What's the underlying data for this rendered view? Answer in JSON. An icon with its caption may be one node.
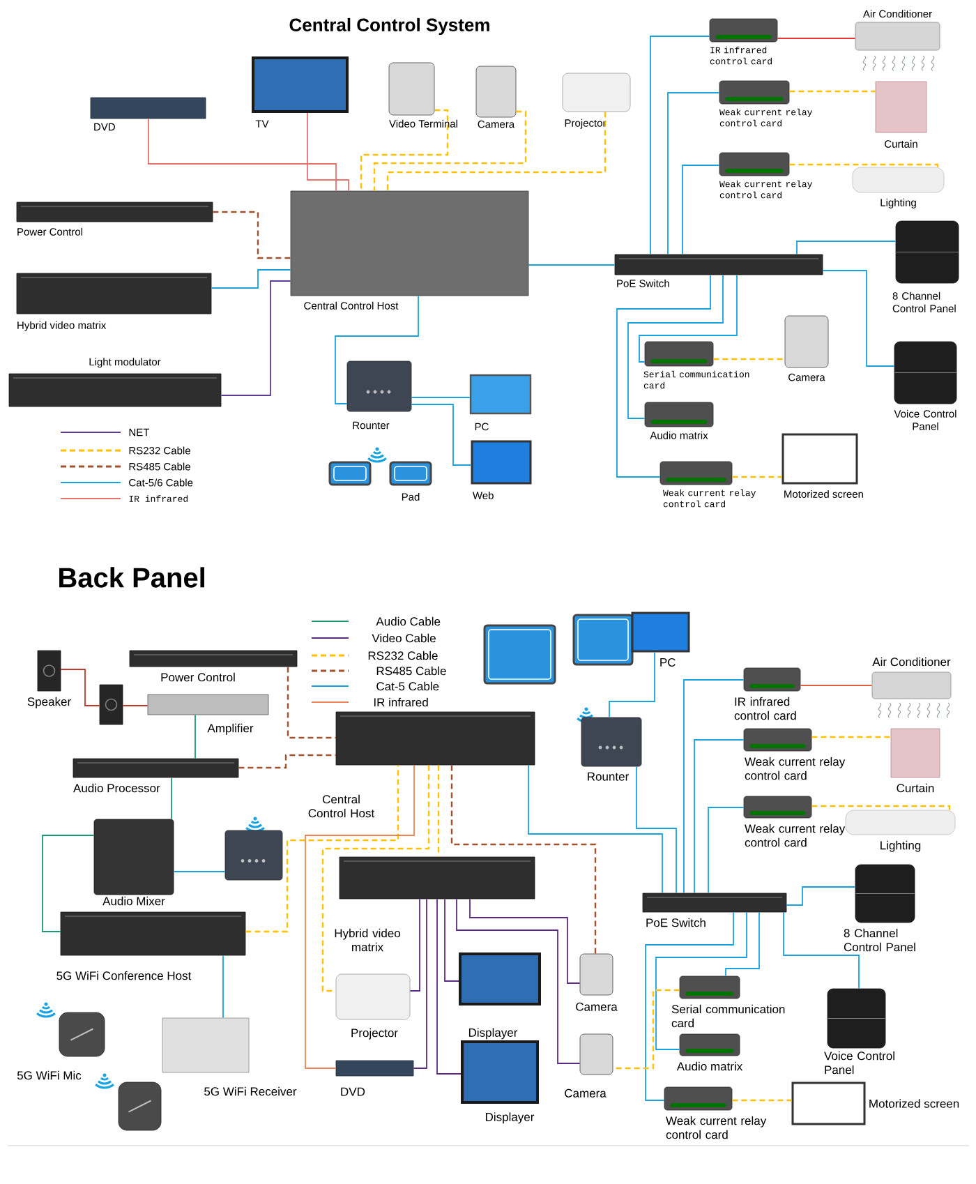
{
  "diagram": {
    "title": "Central Control System",
    "nodes": [
      {
        "text": [
          "DVD"
        ]
      },
      {
        "text": [
          "TV"
        ]
      },
      {
        "text": [
          "Video Terminal"
        ]
      },
      {
        "text": [
          "Camera"
        ]
      },
      {
        "text": [
          "Projector"
        ]
      },
      {
        "text": [
          "Power Control"
        ]
      },
      {
        "text": [
          "Hybrid video matrix"
        ]
      },
      {
        "text": [
          "Light modulator"
        ]
      },
      {
        "text": [
          "Central Control Host"
        ]
      },
      {
        "text": [
          "Rounter"
        ]
      },
      {
        "text": [
          "PC"
        ]
      },
      {
        "text": [],
        "shape": "picture"
      },
      {
        "text": [
          "Pad"
        ]
      },
      {
        "text": [
          "Web"
        ]
      },
      {
        "text": [
          "IR infrared control card"
        ]
      },
      {
        "text": [
          "Air Conditioner"
        ]
      },
      {
        "text": [
          "Weak current relay control card"
        ]
      },
      {
        "text": [
          "Curtain"
        ]
      },
      {
        "text": [
          "Weak current relay control card"
        ]
      },
      {
        "text": [
          "Lighting"
        ]
      },
      {
        "text": [
          "PoE Switch"
        ]
      },
      {
        "text": [
          "8 Channel Control Panel"
        ]
      },
      {
        "text": [
          "Serial communication card"
        ]
      },
      {
        "text": [
          "Camera"
        ]
      },
      {
        "text": [
          "Voice Control Panel"
        ]
      },
      {
        "text": [
          "Audio matrix"
        ]
      },
      {
        "text": [
          "Weak current relay control card"
        ]
      },
      {
        "text": [
          "Motorized screen"
        ]
      },
      {
        "text": [
          "Speaker"
        ]
      },
      {
        "text": [],
        "shape": "picture"
      },
      {
        "text": [
          "Power Control"
        ]
      },
      {
        "text": [
          "Amplifier"
        ]
      },
      {
        "text": [
          "Audio Processor"
        ]
      },
      {
        "text": [
          "Central Control Host"
        ]
      },
      {
        "text": [],
        "shape": "picture"
      },
      {
        "text": [],
        "shape": "picture"
      },
      {
        "text": [
          "PC"
        ]
      },
      {
        "text": [
          "IR infrared control card"
        ]
      },
      {
        "text": [
          "Air Conditioner"
        ]
      },
      {
        "text": [
          "Audio Mixer"
        ]
      },
      {
        "text": [],
        "shape": "picture"
      },
      {
        "text": [
          "Rounter"
        ]
      },
      {
        "text": [
          "Weak current relay control card"
        ]
      },
      {
        "text": [
          "Curtain"
        ]
      },
      {
        "text": [
          "Weak current relay control card"
        ]
      },
      {
        "text": [
          "Lighting"
        ]
      },
      {
        "text": [
          "5G WiFi Conference Host"
        ]
      },
      {
        "text": [
          "Hybrid video matrix"
        ]
      },
      {
        "text": [
          "PoE Switch"
        ]
      },
      {
        "text": [
          "8 Channel Control Panel"
        ]
      },
      {
        "text": [
          "Projector"
        ]
      },
      {
        "text": [
          "Camera"
        ]
      },
      {
        "text": [
          "Displayer"
        ]
      },
      {
        "text": [
          "Serial communication card"
        ]
      },
      {
        "text": [
          "Audio matrix"
        ]
      },
      {
        "text": [
          "Voice Control Panel"
        ]
      },
      {
        "text": [
          "5G WiFi Mic"
        ]
      },
      {
        "text": [],
        "shape": "picture"
      },
      {
        "text": [
          "5G WiFi Receiver"
        ]
      },
      {
        "text": [
          "DVD"
        ]
      },
      {
        "text": [
          "Displayer"
        ]
      },
      {
        "text": [
          "Camera"
        ]
      },
      {
        "text": [
          "Weak current relay control card"
        ]
      },
      {
        "text": [
          "Motorized screen"
        ]
      }
    ],
    "edges": [
      {
        "from": 0,
        "to": 8,
        "arrow": "none",
        "color": "#e8736b"
      },
      {
        "from": 1,
        "to": 8,
        "arrow": "none",
        "color": "#e8736b"
      },
      {
        "from": 2,
        "to": 8,
        "arrow": "none",
        "style": "dashed",
        "color": "#ffc000"
      },
      {
        "from": 3,
        "to": 8,
        "arrow": "none",
        "style": "dashed",
        "color": "#ffc000"
      },
      {
        "from": 4,
        "to": 8,
        "arrow": "none",
        "style": "dashed",
        "color": "#ffc000"
      },
      {
        "from": 5,
        "to": 8,
        "arrow": "none",
        "style": "dashed",
        "color": "#a0522d"
      },
      {
        "from": 6,
        "to": 8,
        "arrow": "none"
      },
      {
        "from": 7,
        "to": 8,
        "arrow": "none",
        "color": "#5b3a9b"
      },
      {
        "from": 8,
        "to": 20,
        "arrow": "none"
      },
      {
        "from": 8,
        "to": 9,
        "arrow": "none"
      },
      {
        "from": 9,
        "to": 10,
        "arrow": "none"
      },
      {
        "from": 9,
        "to": 13,
        "arrow": "none"
      },
      {
        "from": 20,
        "to": 14,
        "arrow": "none"
      },
      {
        "from": 20,
        "to": 16,
        "arrow": "none"
      },
      {
        "from": 20,
        "to": 18,
        "arrow": "none"
      },
      {
        "from": 14,
        "to": 15,
        "arrow": "none",
        "color": "#e53935"
      },
      {
        "from": 16,
        "to": 17,
        "arrow": "none",
        "style": "dashed",
        "color": "#ffc000"
      },
      {
        "from": 18,
        "to": 19,
        "arrow": "none",
        "style": "dashed",
        "color": "#ffc000"
      },
      {
        "from": 20,
        "to": 21,
        "arrow": "none"
      },
      {
        "from": 20,
        "to": 24,
        "arrow": "none"
      },
      {
        "from": 20,
        "to": 22,
        "arrow": "none"
      },
      {
        "from": 20,
        "to": 25,
        "arrow": "none"
      },
      {
        "from": 20,
        "to": 26,
        "arrow": "none"
      },
      {
        "from": 22,
        "to": 23,
        "arrow": "none",
        "style": "dashed",
        "color": "#ffc000"
      },
      {
        "from": 26,
        "to": 27,
        "arrow": "none",
        "style": "dashed",
        "color": "#ffc000"
      },
      {
        "from": 28,
        "to": 29,
        "arrow": "none",
        "color": "#c0392b"
      },
      {
        "from": 29,
        "to": 31,
        "arrow": "none",
        "color": "#c0392b"
      },
      {
        "from": 30,
        "to": 33,
        "arrow": "none",
        "style": "dashed",
        "color": "#a0522d"
      },
      {
        "from": 31,
        "to": 32,
        "arrow": "none",
        "color": "#1a9a6c"
      },
      {
        "from": 32,
        "to": 33,
        "arrow": "none",
        "style": "dashed",
        "color": "#a0522d"
      },
      {
        "from": 32,
        "to": 39,
        "arrow": "none",
        "color": "#1a9a6c"
      },
      {
        "from": 39,
        "to": 46,
        "arrow": "none",
        "color": "#1a9a6c"
      },
      {
        "from": 39,
        "to": 40,
        "arrow": "none"
      },
      {
        "from": 46,
        "to": 33,
        "arrow": "none",
        "style": "dashed",
        "color": "#ffc000"
      },
      {
        "from": 46,
        "to": 58,
        "arrow": "none"
      },
      {
        "from": 33,
        "to": 59,
        "arrow": "none",
        "color": "#ef8354"
      },
      {
        "from": 33,
        "to": 47,
        "arrow": "none",
        "style": "dashed",
        "color": "#ffc000"
      },
      {
        "from": 33,
        "to": 50,
        "arrow": "none",
        "style": "dashed",
        "color": "#ffc000"
      },
      {
        "from": 33,
        "to": 51,
        "arrow": "none",
        "style": "dashed",
        "color": "#a0522d"
      },
      {
        "from": 33,
        "to": 48,
        "arrow": "none"
      },
      {
        "from": 36,
        "to": 41,
        "arrow": "none"
      },
      {
        "from": 41,
        "to": 48,
        "arrow": "none"
      },
      {
        "from": 48,
        "to": 37,
        "arrow": "none"
      },
      {
        "from": 48,
        "to": 42,
        "arrow": "none"
      },
      {
        "from": 48,
        "to": 44,
        "arrow": "none"
      },
      {
        "from": 37,
        "to": 38,
        "arrow": "none",
        "color": "#d9623b"
      },
      {
        "from": 42,
        "to": 43,
        "arrow": "none",
        "style": "dashed",
        "color": "#ffc000"
      },
      {
        "from": 44,
        "to": 45,
        "arrow": "none",
        "style": "dashed",
        "color": "#ffc000"
      },
      {
        "from": 48,
        "to": 49,
        "arrow": "none"
      },
      {
        "from": 48,
        "to": 55,
        "arrow": "none"
      },
      {
        "from": 48,
        "to": 53,
        "arrow": "none"
      },
      {
        "from": 48,
        "to": 54,
        "arrow": "none"
      },
      {
        "from": 48,
        "to": 62,
        "arrow": "none"
      },
      {
        "from": 53,
        "to": 61,
        "arrow": "none",
        "style": "dashed",
        "color": "#ffc000"
      },
      {
        "from": 62,
        "to": 63,
        "arrow": "none",
        "style": "dashed",
        "color": "#ffc000"
      },
      {
        "from": 47,
        "to": 50,
        "arrow": "none",
        "color": "#5b2a86"
      },
      {
        "from": 47,
        "to": 59,
        "arrow": "none",
        "color": "#5b2a86"
      },
      {
        "from": 47,
        "to": 52,
        "arrow": "none",
        "color": "#5b2a86"
      },
      {
        "from": 47,
        "to": 60,
        "arrow": "none",
        "color": "#5b2a86"
      },
      {
        "from": 47,
        "to": 51,
        "arrow": "none",
        "color": "#5b2a86"
      },
      {
        "from": 47,
        "to": 61,
        "arrow": "none",
        "color": "#5b2a86"
      }
    ],
    "labels": [
      "Back Panel"
    ],
    "legend": [
      {
        "text": "NET"
      },
      {
        "text": "RS232 Cable"
      },
      {
        "text": "RS485 Cable"
      },
      {
        "text": "Cat-5/6 Cable"
      },
      {
        "text": "IR infrared"
      },
      {
        "text": "Audio Cable"
      },
      {
        "text": "Video Cable"
      },
      {
        "text": "RS232 Cable"
      },
      {
        "text": "RS485 Cable"
      },
      {
        "text": "Cat-5 Cable"
      },
      {
        "text": "IR infrared"
      }
    ]
  }
}
